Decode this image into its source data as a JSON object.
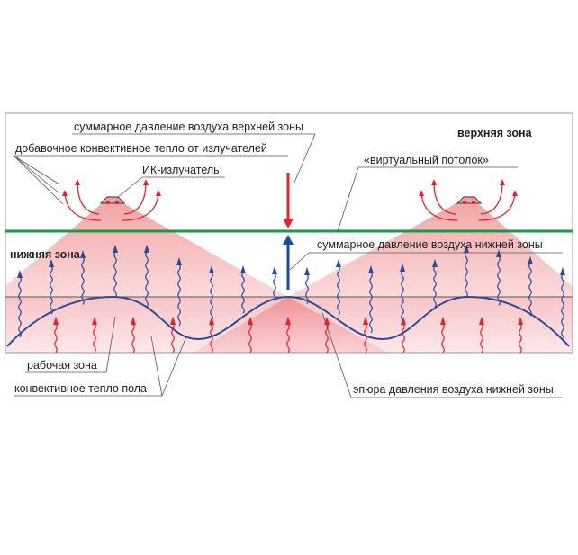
{
  "labels": {
    "upper_pressure": "суммарное давление воздуха верхней зоны",
    "upper_zone": "верхняя зона",
    "added_convective": "добавочное конвективное тепло от излучателей",
    "virtual_ceiling": "«виртуальный потолок»",
    "ir_emitter": "ИК-излучатель",
    "lower_pressure": "суммарное давление воздуха нижней зоны",
    "lower_zone": "нижняя зона",
    "work_zone": "рабочая зона",
    "floor_convective": "конвективное тепло пола",
    "pressure_diagram": "эпюра давления воздуха нижней зоны"
  },
  "colors": {
    "ceiling": "#1a9a4a",
    "heat": "#e8202a",
    "air": "#2a4a9a",
    "beam": "#f2a0a0"
  }
}
